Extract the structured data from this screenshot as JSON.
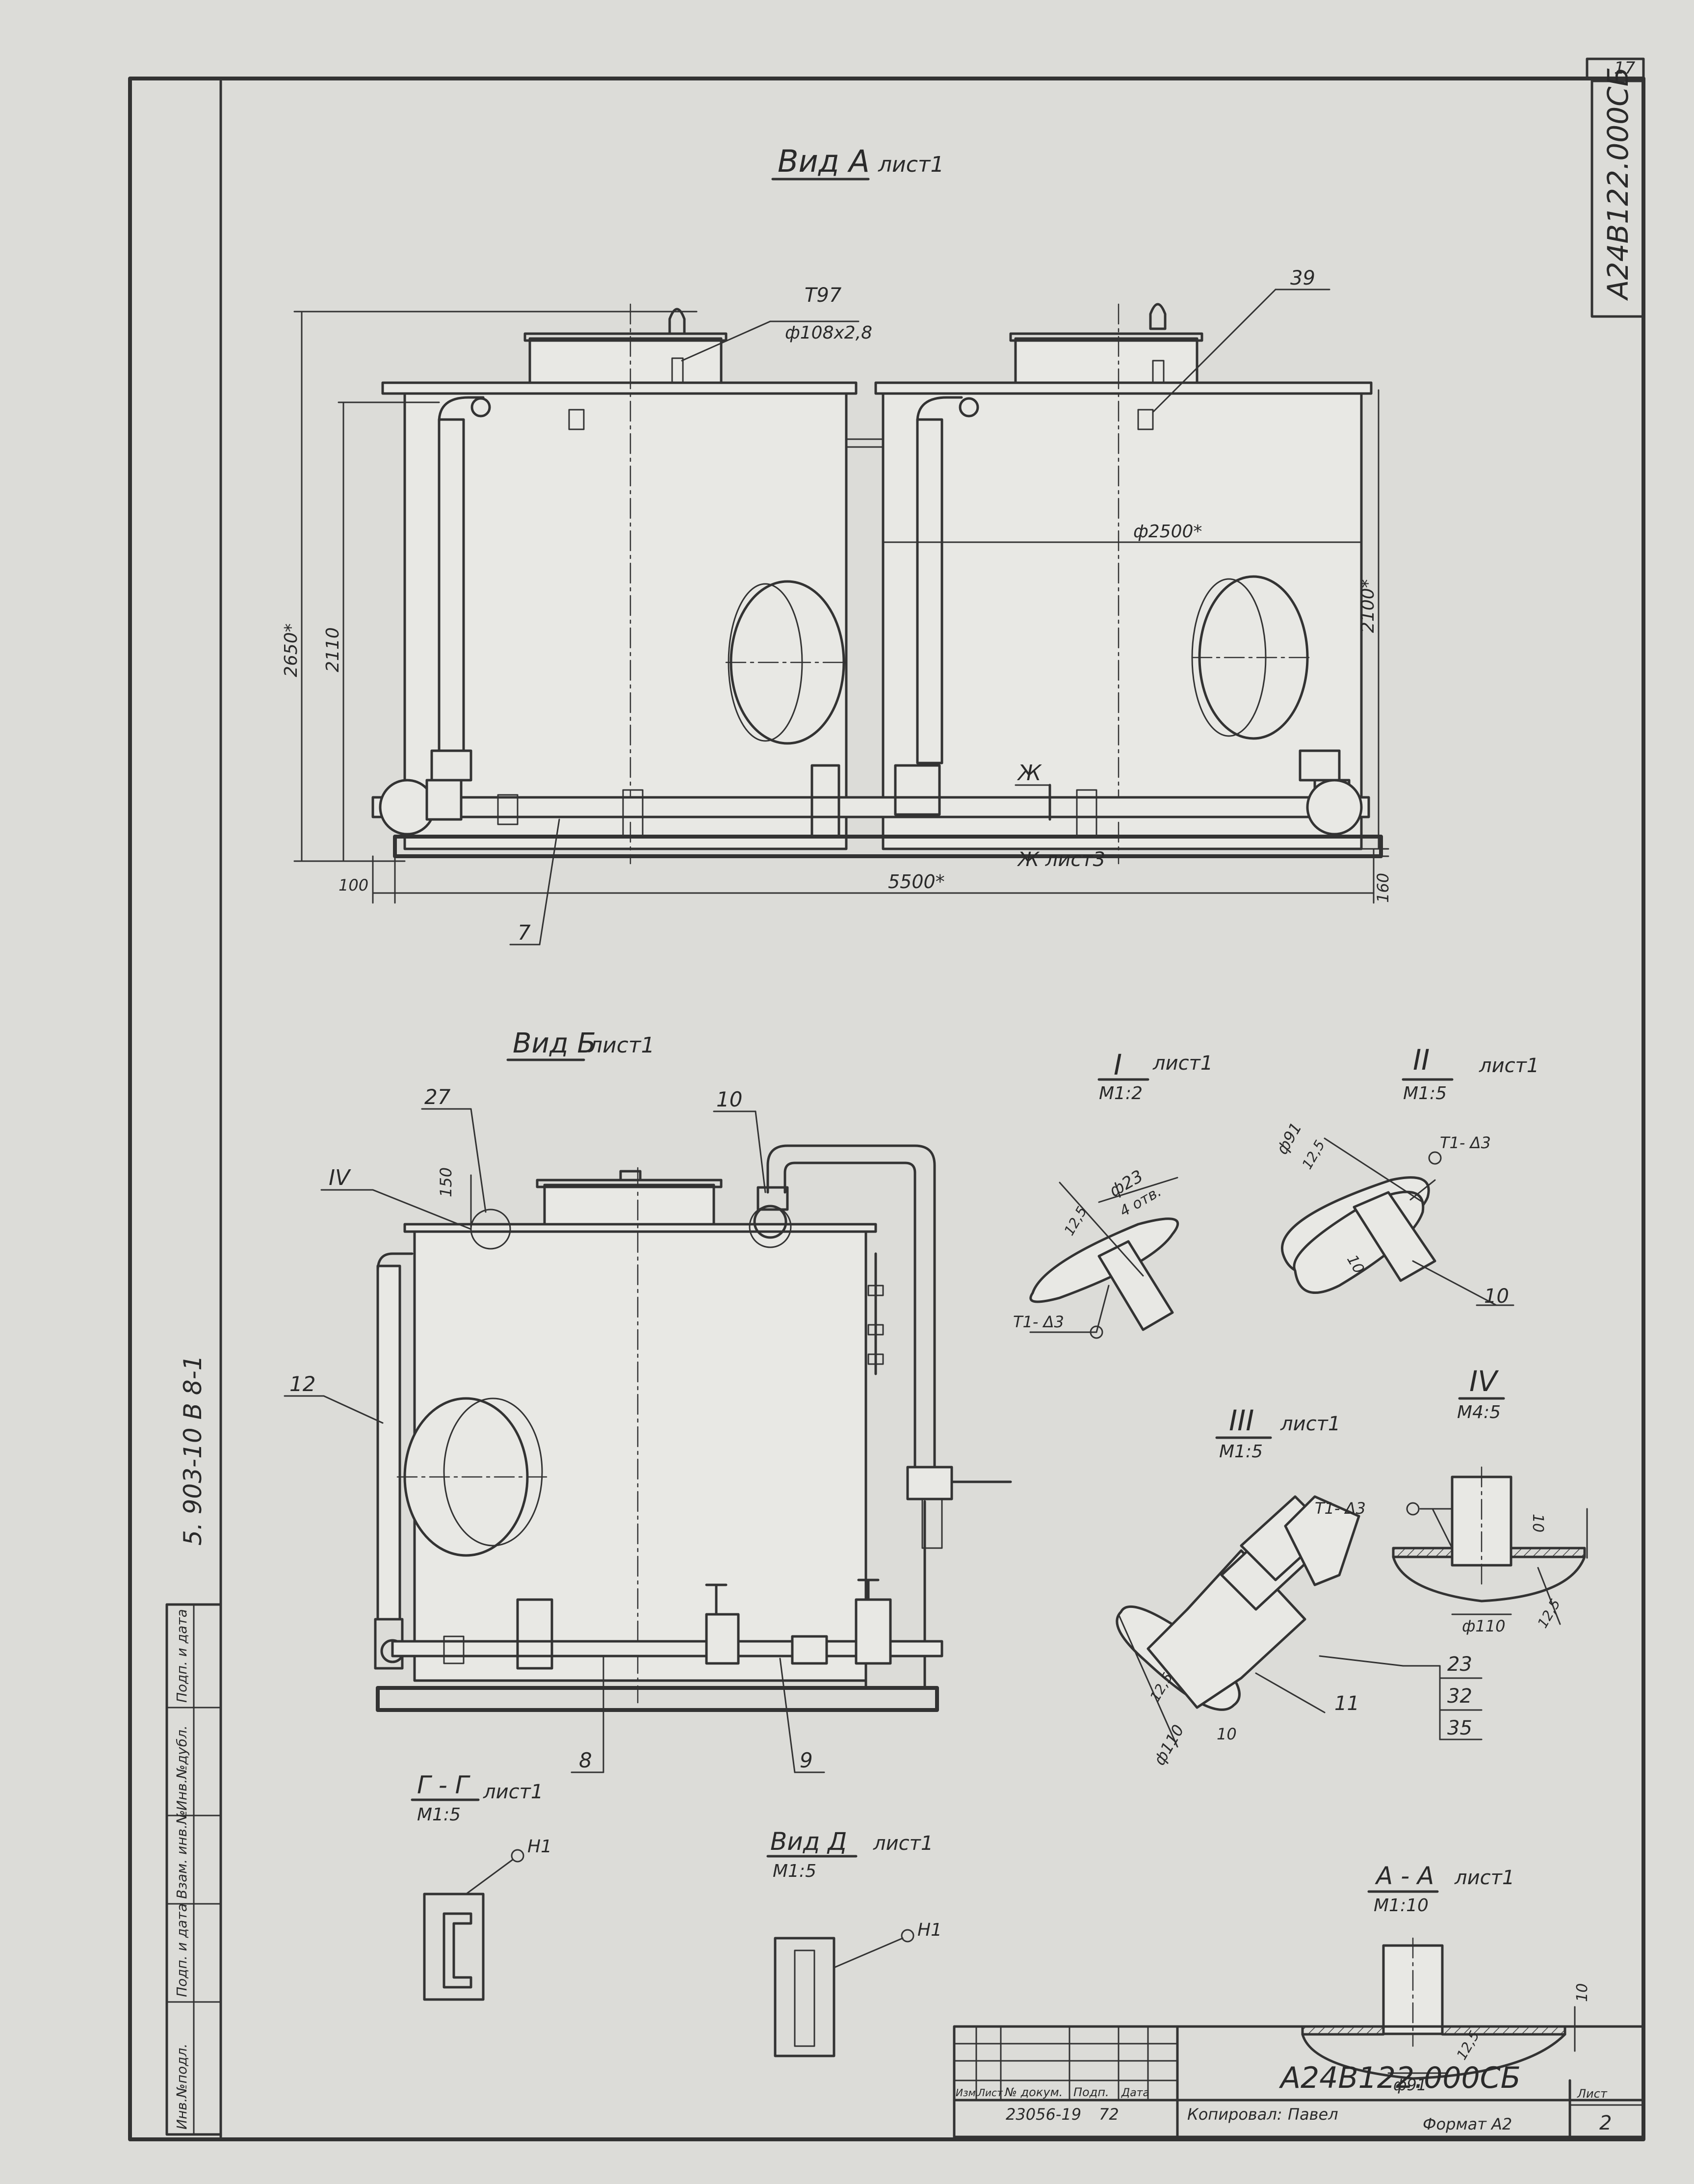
{
  "sheet": {
    "page_corner": "17",
    "doc_code_vertical": "А24В122.000СБ",
    "side_code": "5. 903-10   В 8-1",
    "left_strip": [
      "Инв.№подл.",
      "Подп. и дата",
      "Взам. инв.№",
      "Инв.№дубл.",
      "Подп. и дата"
    ]
  },
  "view_a": {
    "title": "Вид А",
    "sheet_ref": "лист1",
    "callouts": [
      "Т97",
      "ф108х2,8",
      "39",
      "7"
    ],
    "dims": [
      "2650*",
      "2110",
      "ф2500*",
      "2100*",
      "100",
      "5500*",
      "160",
      "Ж",
      "Ж лист3"
    ]
  },
  "view_b": {
    "title": "Вид Б",
    "sheet_ref": "лист1",
    "callouts": [
      "27",
      "10",
      "IV",
      "150",
      "12",
      "8",
      "9"
    ]
  },
  "detail_1": {
    "title": "I",
    "sheet_ref": "лист1",
    "scale": "М1:2",
    "labels": [
      "ф23",
      "4 отв.",
      "12,5",
      "Т1- Δ3"
    ]
  },
  "detail_2": {
    "title": "II",
    "sheet_ref": "лист1",
    "scale": "М1:5",
    "labels": [
      "ф91",
      "12,5",
      "Т1- Δ3",
      "10",
      "10"
    ]
  },
  "detail_3": {
    "title": "III",
    "sheet_ref": "лист1",
    "scale": "М1:5",
    "labels": [
      "23",
      "32",
      "35",
      "11",
      "10",
      "12,5",
      "ф110"
    ]
  },
  "detail_4": {
    "title": "IV",
    "scale": "М4:5",
    "labels": [
      "Т1- Δ3",
      "10",
      "ф110",
      "12,5"
    ]
  },
  "section_gg": {
    "title": "Г - Г",
    "sheet_ref": "лист1",
    "scale": "М1:5",
    "label": "Н1"
  },
  "view_d": {
    "title": "Вид Д",
    "sheet_ref": "лист1",
    "scale": "М1:5",
    "label": "Н1"
  },
  "section_aa": {
    "title": "А - А",
    "sheet_ref": "лист1",
    "scale": "М1:10",
    "labels": [
      "10",
      "12,5",
      "ф91"
    ]
  },
  "title_block": {
    "designation": "А24В122.000СБ",
    "columns": [
      "Изм.",
      "Лист",
      "№ докум.",
      "Подп.",
      "Дата"
    ],
    "sheet_label": "Лист",
    "sheet_number": "2",
    "order": "23056-19",
    "year": "72",
    "copied": "Копировал:",
    "copied_by": "Павел",
    "format": "Формат А2"
  }
}
